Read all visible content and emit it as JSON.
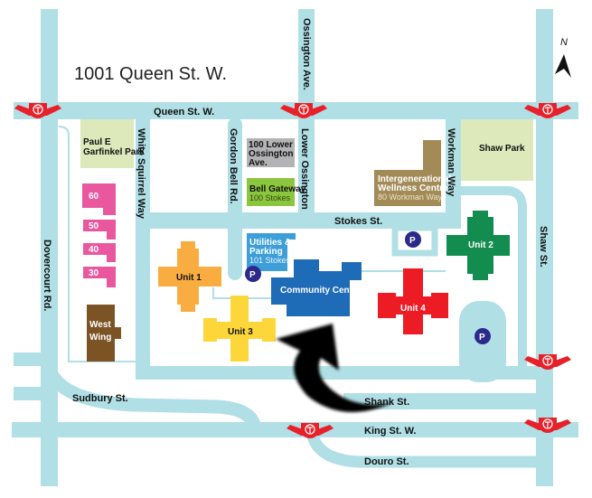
{
  "title": "1001 Queen St. W.",
  "compass": "N",
  "streets": {
    "queen": "Queen St. W.",
    "ossington_ave": "Ossington Ave.",
    "dovercourt": "Dovercourt Rd.",
    "shaw": "Shaw St.",
    "white_squirrel": "White Squirrel Way",
    "gordon_bell": "Gordon Bell Rd.",
    "lower_ossington": "Lower Ossington",
    "workman": "Workman Way",
    "stokes": "Stokes St.",
    "sudbury": "Sudbury St.",
    "shank": "Shank St.",
    "king": "King St. W.",
    "douro": "Douro St."
  },
  "places": {
    "garfinkel_1": "Paul E",
    "garfinkel_2": "Garfinkel Park",
    "shaw_park": "Shaw Park",
    "lower_oss_1": "100 Lower",
    "lower_oss_2": "Ossington",
    "lower_oss_3": "Ave.",
    "bell_gateway": "Bell Gateway",
    "bell_gateway_addr": "100 Stokes",
    "utilities_1": "Utilities &",
    "utilities_2": "Parking",
    "utilities_addr": "101 Stokes",
    "iwc_1": "Intergenerational",
    "iwc_2": "Wellness Centre",
    "iwc_addr": "80 Workman Way",
    "community_centre": "Community Centre",
    "unit1": "Unit 1",
    "unit2": "Unit 2",
    "unit3": "Unit 3",
    "unit4": "Unit 4",
    "west_wing_1": "West",
    "west_wing_2": "Wing",
    "b60": "60",
    "b50": "50",
    "b40": "40",
    "b30": "30",
    "parking": "P"
  },
  "colors": {
    "road": "#b0dfe5",
    "park": "#dde8bb",
    "pink": "#e9579e",
    "community_centre": "#1e6bb8",
    "unit1": "#f9ad40",
    "unit2": "#128d4f",
    "unit3": "#fdd73a",
    "unit4": "#ed1c24",
    "parking": "#2b2a8a",
    "ttc": "#e8202a"
  }
}
